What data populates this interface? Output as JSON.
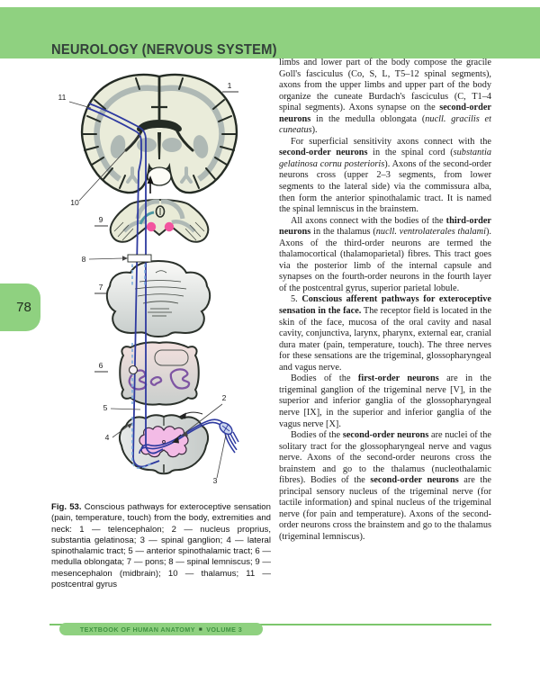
{
  "page": {
    "header": {
      "title": "NEUROLOGY (NERVOUS SYSTEM)"
    },
    "page_number": "78",
    "footer": {
      "text_left": "TEXTBOOK OF HUMAN ANATOMY",
      "separator": "■",
      "text_right": "VOLUME 3"
    }
  },
  "colors": {
    "band_green": "#8fd180",
    "footer_text_green": "#3f9240",
    "pathway_blue": "#2e3aa0",
    "dashed_light_blue": "#7faedc",
    "red_nucleus_pink": "#f2559f",
    "gray_matter_pink": "#f3bbe6",
    "olive_purple": "#7e55a3",
    "cortex_cream": "#eaecda",
    "gyri_gray": "#afb9b5"
  },
  "figure": {
    "labels": {
      "l1": "1",
      "l2": "2",
      "l3": "3",
      "l4": "4",
      "l5": "5",
      "l6": "6",
      "l7": "7",
      "l8": "8",
      "l9": "9",
      "l10": "10",
      "l11": "11"
    },
    "caption": {
      "lead": "Fig. 53.",
      "body": " Conscious pathways for exteroceptive sensation (pain, temperature, touch) from the body, extremities and neck: 1 — telencephalon; 2 — nucleus proprius, substantia gelatinosa; 3 — spinal ganglion; 4 — lateral spinothalamic tract; 5 — anterior spinothalamic tract; 6 — medulla oblongata; 7 — pons; 8 — spinal lemniscus; 9 — mesencephalon (midbrain); 10 — thalamus; 11 — postcentral gyrus"
    }
  },
  "article": {
    "paragraphs": [
      {
        "indent": false,
        "segments": [
          {
            "t": "limbs and lower part of the body compose the gracile Goll's fasciculus (Co, S, L, T5–12 spinal segments), axons from the upper limbs and upper part of the body organize the cuneate Burdach's fasciculus (C, T1–4 spinal segments). Axons synapse on the "
          },
          {
            "t": "second-order neurons",
            "b": true
          },
          {
            "t": " in the medulla oblongata ("
          },
          {
            "t": "nucll. gracilis et cuneatus",
            "i": true
          },
          {
            "t": ")."
          }
        ]
      },
      {
        "indent": true,
        "segments": [
          {
            "t": "For superficial sensitivity axons connect with the "
          },
          {
            "t": "second-order neurons",
            "b": true
          },
          {
            "t": " in the spinal cord ("
          },
          {
            "t": "substantia gelatinosa cornu posterioris",
            "i": true
          },
          {
            "t": "). Axons of the second-order neurons cross (upper 2–3 segments, from lower segments to the lateral side) via the commissura alba, then form the anterior spinothalamic tract. It is named the spinal lemniscus in the brainstem."
          }
        ]
      },
      {
        "indent": true,
        "segments": [
          {
            "t": "All axons connect with the bodies of the "
          },
          {
            "t": "third-order neurons",
            "b": true
          },
          {
            "t": " in the thalamus ("
          },
          {
            "t": "nucll. ventrolaterales thalami",
            "i": true
          },
          {
            "t": "). Axons of the third-order neurons are termed the thalamocortical (thalamoparietal) fibres. This tract goes via the posterior limb of the internal capsule and synapses on the fourth-order neurons in the fourth layer of the postcentral gyrus, superior parietal lobule."
          }
        ]
      },
      {
        "indent": true,
        "segments": [
          {
            "t": "5. "
          },
          {
            "t": "Conscious afferent pathways for exteroceptive sensation in the face.",
            "b": true
          },
          {
            "t": " The receptor field is located in the skin of the face, mucosa of the oral cavity and nasal cavity, conjunctiva, larynx, pharynx, external ear, cranial dura mater (pain, temperature, touch). The three nerves for these sensations are the trigeminal, glossopharyngeal and vagus nerve."
          }
        ]
      },
      {
        "indent": true,
        "segments": [
          {
            "t": "Bodies of the "
          },
          {
            "t": "first-order neurons",
            "b": true
          },
          {
            "t": " are in the trigeminal ganglion of the trigeminal nerve [V], in the superior and inferior ganglia of the glossopharyngeal nerve [IX], in the superior and inferior ganglia of the vagus nerve [X]."
          }
        ]
      },
      {
        "indent": true,
        "segments": [
          {
            "t": "Bodies of the "
          },
          {
            "t": "second-order neurons",
            "b": true
          },
          {
            "t": " are nuclei of the solitary tract for the glossopharyngeal nerve and vagus nerve. Axons of the second-order neurons cross the brainstem and go to the thalamus (nucleothalamic fibres). Bodies of the "
          },
          {
            "t": "second-order neurons",
            "b": true
          },
          {
            "t": " are the principal sensory nucleus of the trigeminal nerve (for tactile information) and spinal nucleus of the trigeminal nerve (for pain and temperature). Axons of the second-order neurons cross the brainstem and go to the thalamus (trigeminal lemniscus)."
          }
        ]
      }
    ]
  }
}
